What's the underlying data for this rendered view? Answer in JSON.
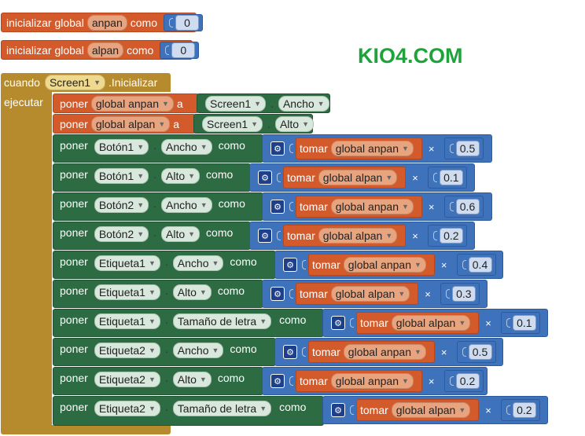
{
  "logo": "KIO4.COM",
  "globals": [
    {
      "prefix": "inicializar global",
      "name": "anpan",
      "suffix": "como",
      "value": "0"
    },
    {
      "prefix": "inicializar global",
      "name": "alpan",
      "suffix": "como",
      "value": "0"
    }
  ],
  "event": {
    "when": "cuando",
    "component": "Screen1",
    "event": ".Inicializar",
    "do": "ejecutar"
  },
  "set_globals": [
    {
      "verb": "poner",
      "var": "global anpan",
      "to": "a",
      "component": "Screen1",
      "prop": "Ancho"
    },
    {
      "verb": "poner",
      "var": "global alpan",
      "to": "a",
      "component": "Screen1",
      "prop": "Alto"
    }
  ],
  "setters": [
    {
      "verb": "poner",
      "component": "Botón1",
      "prop": "Ancho",
      "as": "como",
      "get": "tomar",
      "var": "global anpan",
      "op": "×",
      "factor": "0.5"
    },
    {
      "verb": "poner",
      "component": "Botón1",
      "prop": "Alto",
      "as": "como",
      "get": "tomar",
      "var": "global alpan",
      "op": "×",
      "factor": "0.1"
    },
    {
      "verb": "poner",
      "component": "Botón2",
      "prop": "Ancho",
      "as": "como",
      "get": "tomar",
      "var": "global anpan",
      "op": "×",
      "factor": "0.6"
    },
    {
      "verb": "poner",
      "component": "Botón2",
      "prop": "Alto",
      "as": "como",
      "get": "tomar",
      "var": "global alpan",
      "op": "×",
      "factor": "0.2"
    },
    {
      "verb": "poner",
      "component": "Etiqueta1",
      "prop": "Ancho",
      "as": "como",
      "get": "tomar",
      "var": "global anpan",
      "op": "×",
      "factor": "0.4"
    },
    {
      "verb": "poner",
      "component": "Etiqueta1",
      "prop": "Alto",
      "as": "como",
      "get": "tomar",
      "var": "global alpan",
      "op": "×",
      "factor": "0.3"
    },
    {
      "verb": "poner",
      "component": "Etiqueta1",
      "prop": "Tamaño de letra",
      "as": "como",
      "get": "tomar",
      "var": "global alpan",
      "op": "×",
      "factor": "0.1"
    },
    {
      "verb": "poner",
      "component": "Etiqueta2",
      "prop": "Ancho",
      "as": "como",
      "get": "tomar",
      "var": "global anpan",
      "op": "×",
      "factor": "0.5"
    },
    {
      "verb": "poner",
      "component": "Etiqueta2",
      "prop": "Alto",
      "as": "como",
      "get": "tomar",
      "var": "global anpan",
      "op": "×",
      "factor": "0.2"
    },
    {
      "verb": "poner",
      "component": "Etiqueta2",
      "prop": "Tamaño de letra",
      "as": "como",
      "get": "tomar",
      "var": "global alpan",
      "op": "×",
      "factor": "0.2"
    }
  ]
}
